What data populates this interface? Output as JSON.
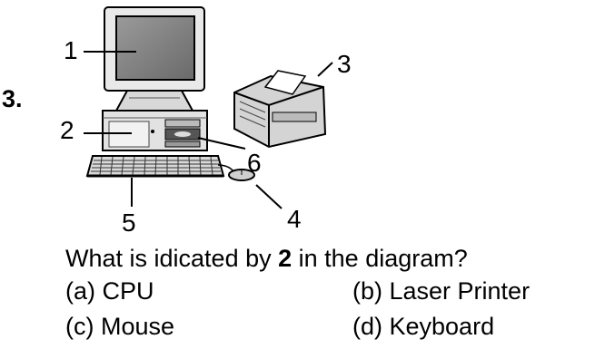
{
  "question": {
    "number": "3.",
    "text_before": "What is idicated by ",
    "highlight": "2",
    "text_after": " in the diagram?"
  },
  "labels": [
    "1",
    "2",
    "3",
    "4",
    "5",
    "6"
  ],
  "options": {
    "a": "(a) CPU",
    "b": "(b) Laser Printer",
    "c": "(c) Mouse",
    "d": "(d) Keyboard"
  },
  "icons": [
    "monitor-icon",
    "cpu-tower-icon",
    "keyboard-icon",
    "mouse-icon",
    "laser-printer-icon"
  ]
}
